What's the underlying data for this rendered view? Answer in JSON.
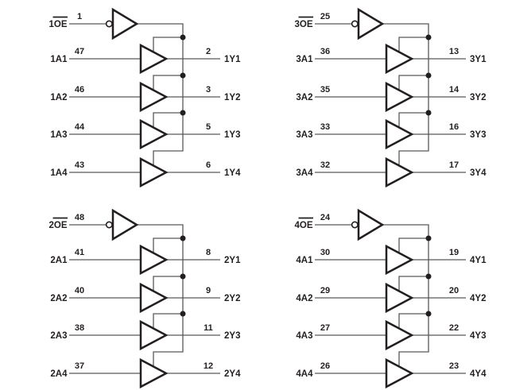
{
  "colors": {
    "ink": "#231f20",
    "wire": "#58595b"
  },
  "diagram": {
    "description": "Logic diagram: four groups of quad tri-state buffers, each enabled by an active-low OE inverter",
    "groups": [
      {
        "oe": {
          "label": "1OE",
          "pin": "1"
        },
        "buffers": [
          {
            "input": "1A1",
            "input_pin": "47",
            "output_pin": "2",
            "output": "1Y1"
          },
          {
            "input": "1A2",
            "input_pin": "46",
            "output_pin": "3",
            "output": "1Y2"
          },
          {
            "input": "1A3",
            "input_pin": "44",
            "output_pin": "5",
            "output": "1Y3"
          },
          {
            "input": "1A4",
            "input_pin": "43",
            "output_pin": "6",
            "output": "1Y4"
          }
        ]
      },
      {
        "oe": {
          "label": "3OE",
          "pin": "25"
        },
        "buffers": [
          {
            "input": "3A1",
            "input_pin": "36",
            "output_pin": "13",
            "output": "3Y1"
          },
          {
            "input": "3A2",
            "input_pin": "35",
            "output_pin": "14",
            "output": "3Y2"
          },
          {
            "input": "3A3",
            "input_pin": "33",
            "output_pin": "16",
            "output": "3Y3"
          },
          {
            "input": "3A4",
            "input_pin": "32",
            "output_pin": "17",
            "output": "3Y4"
          }
        ]
      },
      {
        "oe": {
          "label": "2OE",
          "pin": "48"
        },
        "buffers": [
          {
            "input": "2A1",
            "input_pin": "41",
            "output_pin": "8",
            "output": "2Y1"
          },
          {
            "input": "2A2",
            "input_pin": "40",
            "output_pin": "9",
            "output": "2Y2"
          },
          {
            "input": "2A3",
            "input_pin": "38",
            "output_pin": "11",
            "output": "2Y3"
          },
          {
            "input": "2A4",
            "input_pin": "37",
            "output_pin": "12",
            "output": "2Y4"
          }
        ]
      },
      {
        "oe": {
          "label": "4OE",
          "pin": "24"
        },
        "buffers": [
          {
            "input": "4A1",
            "input_pin": "30",
            "output_pin": "19",
            "output": "4Y1"
          },
          {
            "input": "4A2",
            "input_pin": "29",
            "output_pin": "20",
            "output": "4Y2"
          },
          {
            "input": "4A3",
            "input_pin": "27",
            "output_pin": "22",
            "output": "4Y3"
          },
          {
            "input": "4A4",
            "input_pin": "26",
            "output_pin": "23",
            "output": "4Y4"
          }
        ]
      }
    ]
  }
}
